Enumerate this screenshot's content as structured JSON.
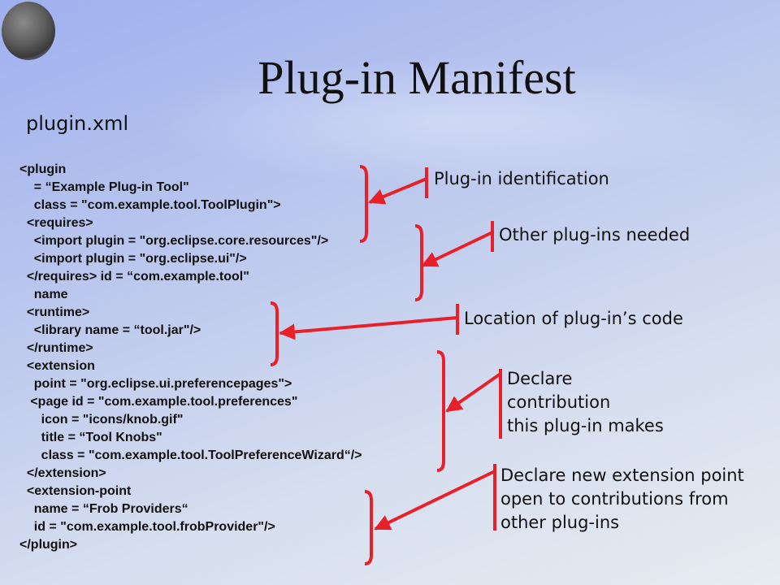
{
  "slide": {
    "title": "Plug-in Manifest",
    "subtitle": "plugin.xml",
    "code_lines": [
      "<plugin",
      "    = “Example Plug-in Tool\"",
      "    class = \"com.example.tool.ToolPlugin\">",
      "  <requires>",
      "    <import plugin = \"org.eclipse.core.resources\"/>",
      "    <import plugin = \"org.eclipse.ui\"/>",
      "  </requires> id = “com.example.tool\"",
      "    name",
      "  <runtime>",
      "    <library name = “tool.jar\"/>",
      "  </runtime>",
      "  <extension",
      "    point = \"org.eclipse.ui.preferencepages\">",
      "   <page id = \"com.example.tool.preferences\"",
      "      icon = \"icons/knob.gif\"",
      "      title = “Tool Knobs\"",
      "      class = \"com.example.tool.ToolPreferenceWizard“/>",
      "  </extension>",
      "  <extension-point",
      "    name = “Frob Providers“",
      "    id = \"com.example.tool.frobProvider\"/>",
      "</plugin>"
    ],
    "annotations": [
      {
        "text": "Plug-in identification"
      },
      {
        "text": "Other plug-ins needed"
      },
      {
        "text": "Location of plug-in’s code"
      },
      {
        "text": "Declare\ncontribution\nthis plug-in makes"
      },
      {
        "text": "Declare new extension point\nopen to contributions from\nother plug-ins"
      }
    ],
    "colors": {
      "callout": "#e8202a",
      "text": "#111111"
    }
  }
}
